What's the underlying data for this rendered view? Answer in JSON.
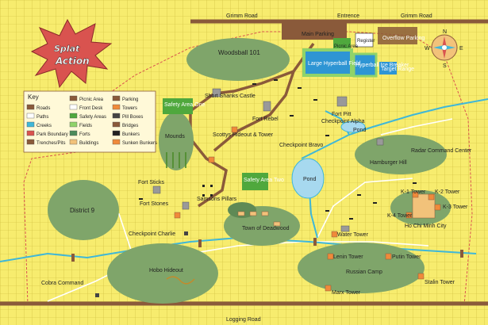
{
  "logo": {
    "text_line1": "Splat",
    "text_line2": "Action"
  },
  "roads": {
    "top": "Grimm Road",
    "top_right": "Grimm Road",
    "entrence": "Entrence",
    "bottom": "Logging Road"
  },
  "areas": {
    "main_parking": "Main Parking",
    "register": "Register",
    "overflow_parking": "Overflow Parking",
    "picnic_area": "Picnic Area",
    "large_hyperball_field": "Large Hyperball Field",
    "hyperball_ice_breaker": "Hyperball Ice Breaker",
    "target_range": "Target Range",
    "woodsball_101": "Woodsball 101",
    "safety_area_one": "Safety Area One",
    "short_shanks_castle": "Short Shanks Castle",
    "fort_rebel": "Fort Rebel",
    "fort_pitt": "Fort Pitt",
    "checkpoint_alpha": "Checkpoint Alpha",
    "pond_small": "Pond",
    "mounds": "Mounds",
    "scotty_hideout": "Scottys Hideout & Tower",
    "checkpoint_bravo": "Checkpoint Bravo",
    "radar_command": "Radar Command Center",
    "hamburger_hill": "Hamburger Hill",
    "pond_large": "Pond",
    "fort_sticks": "Fort Sticks",
    "safety_area_two": "Safety Area Two",
    "samsons_pillars": "Samsons Pillars",
    "fort_stones": "Fort Stones",
    "district_9": "District 9",
    "town_of_deadwood": "Town of Deadwood",
    "k1_tower": "K-1 Tower",
    "k2_tower": "K-2 Tower",
    "k3_tower": "K-3 Tower",
    "k4_tower": "K-4 Tower",
    "ho_chi_minh": "Ho Chi Minh City",
    "checkpoint_charlie": "Checkpoint Charlie",
    "water_tower": "Water Tower",
    "lenin_tower": "Lenin Tower",
    "putin_tower": "Putin Tower",
    "russian_camp": "Russian Camp",
    "stalin_tower": "Stalin Tower",
    "marx_tower": "Marx Tower",
    "hobo_hideout": "Hobo Hideout",
    "cobra_command": "Cobra Command"
  },
  "compass": {
    "n": "N",
    "e": "E",
    "s": "S",
    "w": "W"
  },
  "key": {
    "title": "Key",
    "left": [
      {
        "label": "Roads",
        "swatch": "#8a5a3a"
      },
      {
        "label": "Paths",
        "swatch": "#ffffff"
      },
      {
        "label": "Creeks",
        "swatch": "#3fb7d8"
      },
      {
        "label": "Park Boundary",
        "swatch": "#d9534f"
      },
      {
        "label": "Trenches/Pits",
        "swatch": "#8a5a3a"
      }
    ],
    "middle": [
      {
        "label": "Picnic Area",
        "swatch": "#8a5a3a"
      },
      {
        "label": "Front Desk",
        "swatch": "#ffffff"
      },
      {
        "label": "Safety Areas",
        "swatch": "#4fa83d"
      },
      {
        "label": "Fields",
        "swatch": "#8fd36a"
      },
      {
        "label": "Forts",
        "swatch": "#4b8a5b"
      },
      {
        "label": "Buildings",
        "swatch": "#f2c27a"
      }
    ],
    "right": [
      {
        "label": "Parking",
        "swatch": "#8a5a3a"
      },
      {
        "label": "Towers",
        "swatch": "#f08a3a"
      },
      {
        "label": "Pill Boxes",
        "swatch": "#444444"
      },
      {
        "label": "Bridges",
        "swatch": "#8a5a3a"
      },
      {
        "label": "Bunkers",
        "swatch": "#222222"
      },
      {
        "label": "Sunken Bunkers",
        "swatch": "#f08a3a"
      }
    ]
  },
  "colors": {
    "grid_bg": "#f7ec6e",
    "grid_line": "#c9b93a",
    "forest": "#7fa56a",
    "forest_dark": "#5f8a55",
    "creek": "#3fb7d8",
    "road": "#8a5a3a",
    "boundary": "#d9534f",
    "field_blue": "#2e95d4",
    "safety_green": "#4fa83d"
  }
}
